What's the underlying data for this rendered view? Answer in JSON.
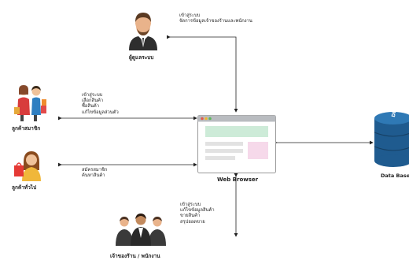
{
  "actors": {
    "admin": {
      "label": "ผู้ดูแลระบบ",
      "icon": "admin-avatar-icon"
    },
    "member": {
      "label": "ลูกค้าสมาชิก",
      "icon": "member-customer-icon"
    },
    "general": {
      "label": "ลูกค้าทั่วไป",
      "icon": "general-customer-icon"
    },
    "staff": {
      "label": "เจ้าของร้าน / พนักงาน",
      "icon": "staff-group-icon"
    }
  },
  "browser": {
    "label": "Web Browser"
  },
  "database": {
    "label": "Data Base",
    "badge": "DB"
  },
  "flows": {
    "admin": [
      "เข้าสู่ระบบ",
      "จัดการข้อมูลเจ้าของร้านและพนักงาน"
    ],
    "member": [
      "เข้าสู่ระบบ",
      "เลือกสินค้า",
      "ซื้อสินค้า",
      "แก้ไขข้อมูลส่วนตัว"
    ],
    "general": [
      "สมัครสมาชิก",
      "ค้นหาสินค้า"
    ],
    "staff": [
      "เข้าสู่ระบบ",
      "แก้ไขข้อมูลสินค้า",
      "ขายสินค้า",
      "สรุปยอดขาย"
    ]
  },
  "colors": {
    "arrow": "#222222",
    "db": "#1f5b8f",
    "browser_frame": "#9a9a9a"
  }
}
